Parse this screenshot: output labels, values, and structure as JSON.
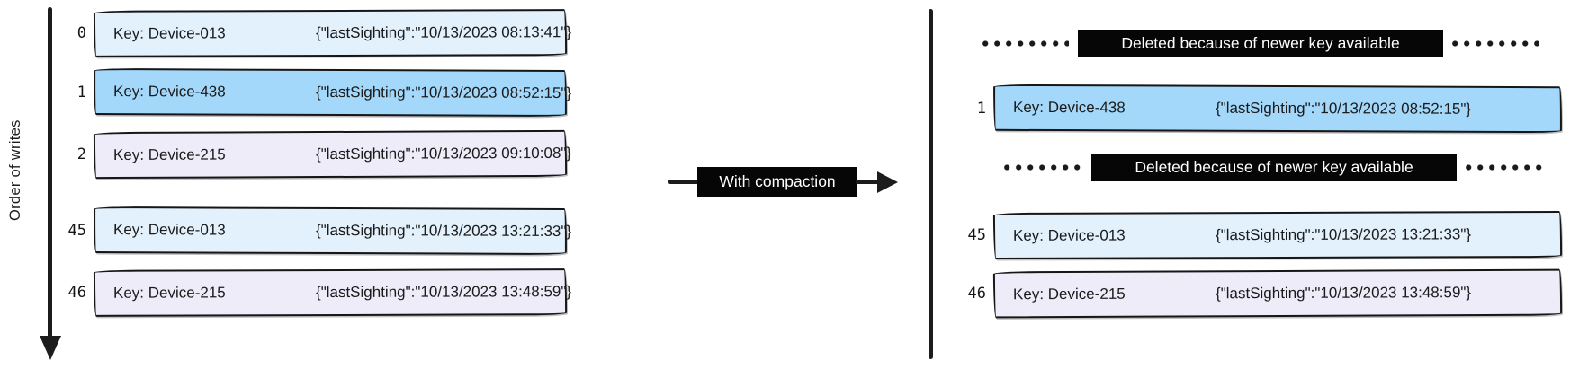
{
  "colors": {
    "ink": "#1c1c1c",
    "label_bg": "#060606",
    "label_text": "#ffffff",
    "light_blue": "#e3f1fc",
    "medium_blue": "#a3d8fb",
    "lavender": "#efecfa",
    "background": "#ffffff"
  },
  "left_log": {
    "axis_label": "Order of writes",
    "rows": [
      {
        "index": "0",
        "key": "Key: Device-013",
        "value": "{\"lastSighting\":\"10/13/2023 08:13:41\"}",
        "color": "#e3f1fc"
      },
      {
        "index": "1",
        "key": "Key: Device-438",
        "value": "{\"lastSighting\":\"10/13/2023 08:52:15\"}",
        "color": "#a3d8fb"
      },
      {
        "index": "2",
        "key": "Key: Device-215",
        "value": "{\"lastSighting\":\"10/13/2023 09:10:08\"}",
        "color": "#efecfa"
      },
      {
        "index": "45",
        "key": "Key: Device-013",
        "value": "{\"lastSighting\":\"10/13/2023 13:21:33\"}",
        "color": "#e3f1fc"
      },
      {
        "index": "46",
        "key": "Key: Device-215",
        "value": "{\"lastSighting\":\"10/13/2023 13:48:59\"}",
        "color": "#efecfa"
      }
    ]
  },
  "transform_arrow": {
    "label": "With compaction"
  },
  "right_log": {
    "deleted_notice": "Deleted because of newer key available",
    "rows": [
      {
        "index": "1",
        "key": "Key: Device-438",
        "value": "{\"lastSighting\":\"10/13/2023 08:52:15\"}",
        "color": "#a3d8fb"
      },
      {
        "index": "45",
        "key": "Key: Device-013",
        "value": "{\"lastSighting\":\"10/13/2023 13:21:33\"}",
        "color": "#e3f1fc"
      },
      {
        "index": "46",
        "key": "Key: Device-215",
        "value": "{\"lastSighting\":\"10/13/2023 13:48:59\"}",
        "color": "#efecfa"
      }
    ]
  }
}
